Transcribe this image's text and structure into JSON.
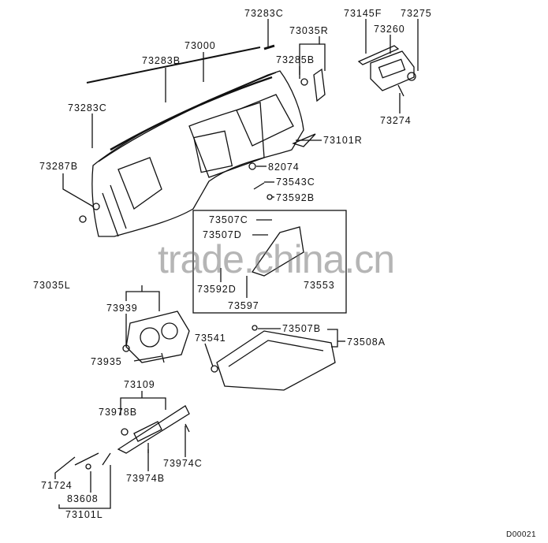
{
  "diagram": {
    "labels": {
      "p73283C_top": "73283C",
      "p73035R": "73035R",
      "p73145F": "73145F",
      "p73275": "73275",
      "p73260": "73260",
      "p73000": "73000",
      "p73283B": "73283B",
      "p73285B": "73285B",
      "p73274": "73274",
      "p73283C_left": "73283C",
      "p73101R": "73101R",
      "p73287B": "73287B",
      "p82074": "82074",
      "p73543C": "73543C",
      "p73592B": "73592B",
      "p73507C": "73507C",
      "p73507D": "73507D",
      "p73035L": "73035L",
      "p73592D": "73592D",
      "p73553": "73553",
      "p73597": "73597",
      "p73939": "73939",
      "p73935": "73935",
      "p73541": "73541",
      "p73507B": "73507B",
      "p73508A": "73508A",
      "p73109": "73109",
      "p73978B": "73978B",
      "p73974C": "73974C",
      "p73974B": "73974B",
      "p71724": "71724",
      "p83608": "83608",
      "p73101L": "73101L"
    },
    "figure_id": "D00021",
    "watermark": "trade.china.cn"
  }
}
